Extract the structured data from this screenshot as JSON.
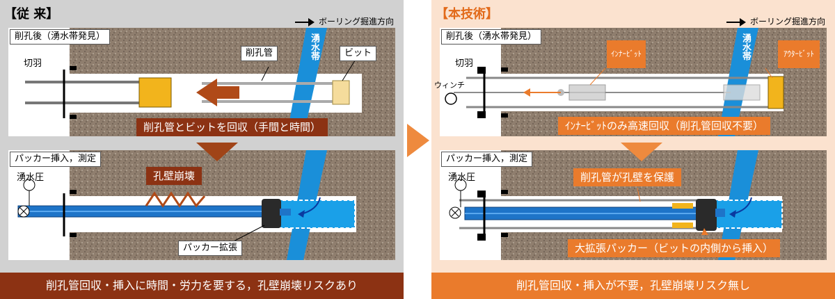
{
  "left": {
    "title": "【従 来】",
    "direction": "ボーリング掘進方向",
    "top_label": "削孔後（湧水帯発見）",
    "face": "切羽",
    "pipe": "削孔管",
    "bit": "ビット",
    "zone": "湧水帯",
    "recover": "削孔管とビットを回収（手間と時間）",
    "mid_label": "パッカー挿入，測定",
    "collapse": "孔壁崩壊",
    "pressure": "湧水圧",
    "packer": "パッカー拡張",
    "summary": "削孔管回収・挿入に時間・労力を要する，孔壁崩壊リスクあり"
  },
  "right": {
    "title": "【本技術】",
    "direction": "ボーリング掘進方向",
    "top_label": "削孔後（湧水帯発見）",
    "face": "切羽",
    "winch": "ウィンチ",
    "inner_bit": "ｲﾝﾅｰﾋﾞｯﾄ",
    "outer_bit": "ｱｳﾀｰﾋﾞｯﾄ",
    "zone": "湧水帯",
    "recover": "ｲﾝﾅｰﾋﾞｯﾄのみ高速回収（削孔管回収不要）",
    "mid_label": "パッカー挿入，測定",
    "protect": "削孔管が孔壁を保護",
    "pressure": "湧水圧",
    "packer": "大拡張パッカー（ビットの内側から挿入）",
    "summary": "削孔管回収・挿入が不要，孔壁崩壊リスク無し"
  },
  "colors": {
    "accent_red": "#8c3213",
    "accent_orange": "#ea7b2c",
    "water": "#1a8fd9"
  }
}
